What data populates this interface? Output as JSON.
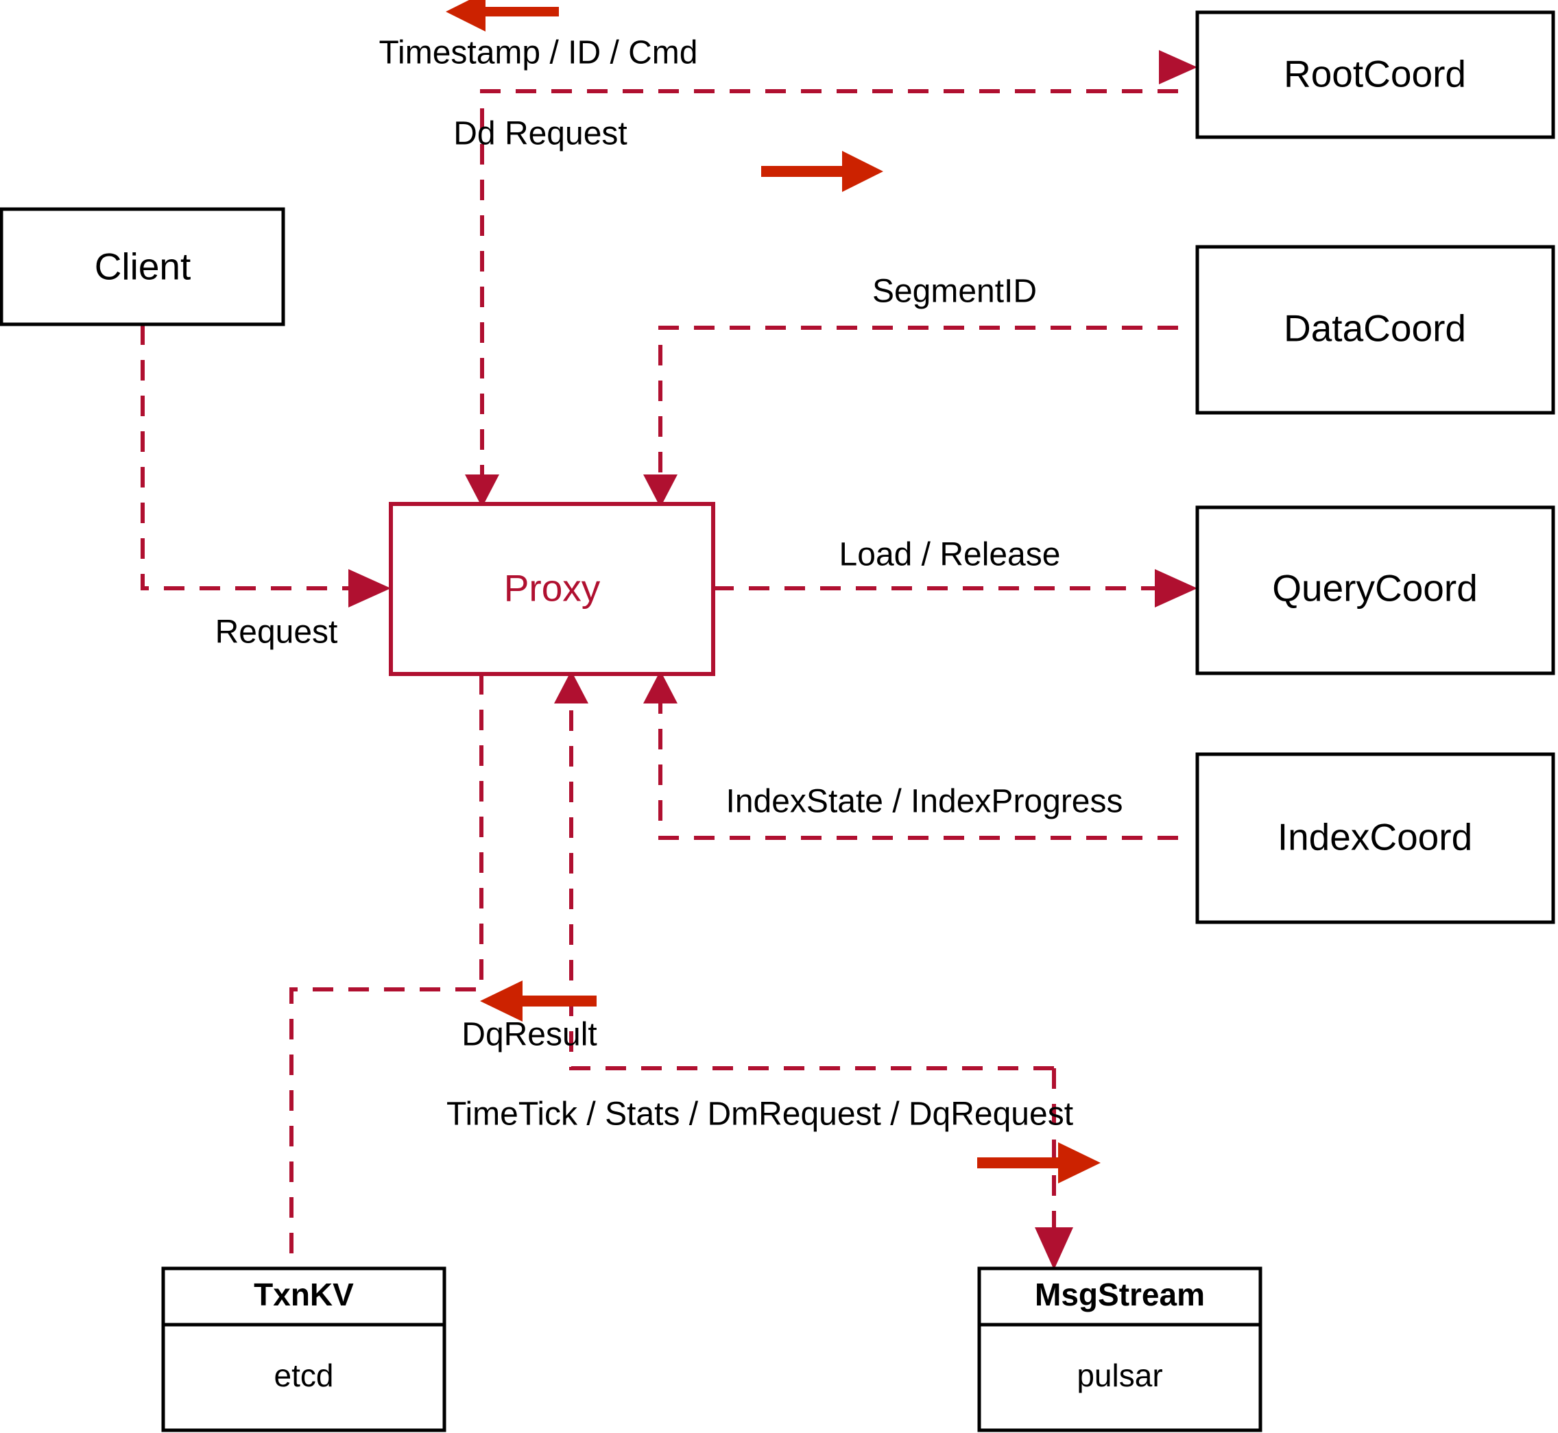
{
  "diagram": {
    "title": "Milvus Proxy interaction diagram",
    "accent_color": "#B01030",
    "arrow_color": "#CC2200",
    "node_border_color": "#000000",
    "background": "#ffffff"
  },
  "nodes": {
    "client": {
      "label": "Client"
    },
    "proxy": {
      "label": "Proxy"
    },
    "root_coord": {
      "label": "RootCoord"
    },
    "data_coord": {
      "label": "DataCoord"
    },
    "query_coord": {
      "label": "QueryCoord"
    },
    "index_coord": {
      "label": "IndexCoord"
    },
    "txn_kv": {
      "title": "TxnKV",
      "body": "etcd"
    },
    "msg_stream": {
      "title": "MsgStream",
      "body": "pulsar"
    }
  },
  "edges": [
    {
      "id": "timestamp-id-cmd",
      "label": "Timestamp / ID / Cmd",
      "from": "root_coord",
      "to": "proxy",
      "direction": "left"
    },
    {
      "id": "dd-request",
      "label": "Dd Request",
      "from": "proxy",
      "to": "root_coord",
      "direction": "right"
    },
    {
      "id": "segment-id",
      "label": "SegmentID",
      "from": "data_coord",
      "to": "proxy",
      "direction": "left"
    },
    {
      "id": "load-release",
      "label": "Load / Release",
      "from": "proxy",
      "to": "query_coord",
      "direction": "right"
    },
    {
      "id": "index-state-progress",
      "label": "IndexState / IndexProgress",
      "from": "index_coord",
      "to": "proxy",
      "direction": "left"
    },
    {
      "id": "request",
      "label": "Request",
      "from": "client",
      "to": "proxy",
      "direction": "right"
    },
    {
      "id": "dq-result",
      "label": "DqResult",
      "from": "msg_stream",
      "to": "proxy",
      "direction": "left"
    },
    {
      "id": "timetick-stats-dm-dq",
      "label": "TimeTick / Stats / DmRequest / DqRequest",
      "from": "proxy",
      "to": "msg_stream",
      "direction": "right"
    }
  ]
}
